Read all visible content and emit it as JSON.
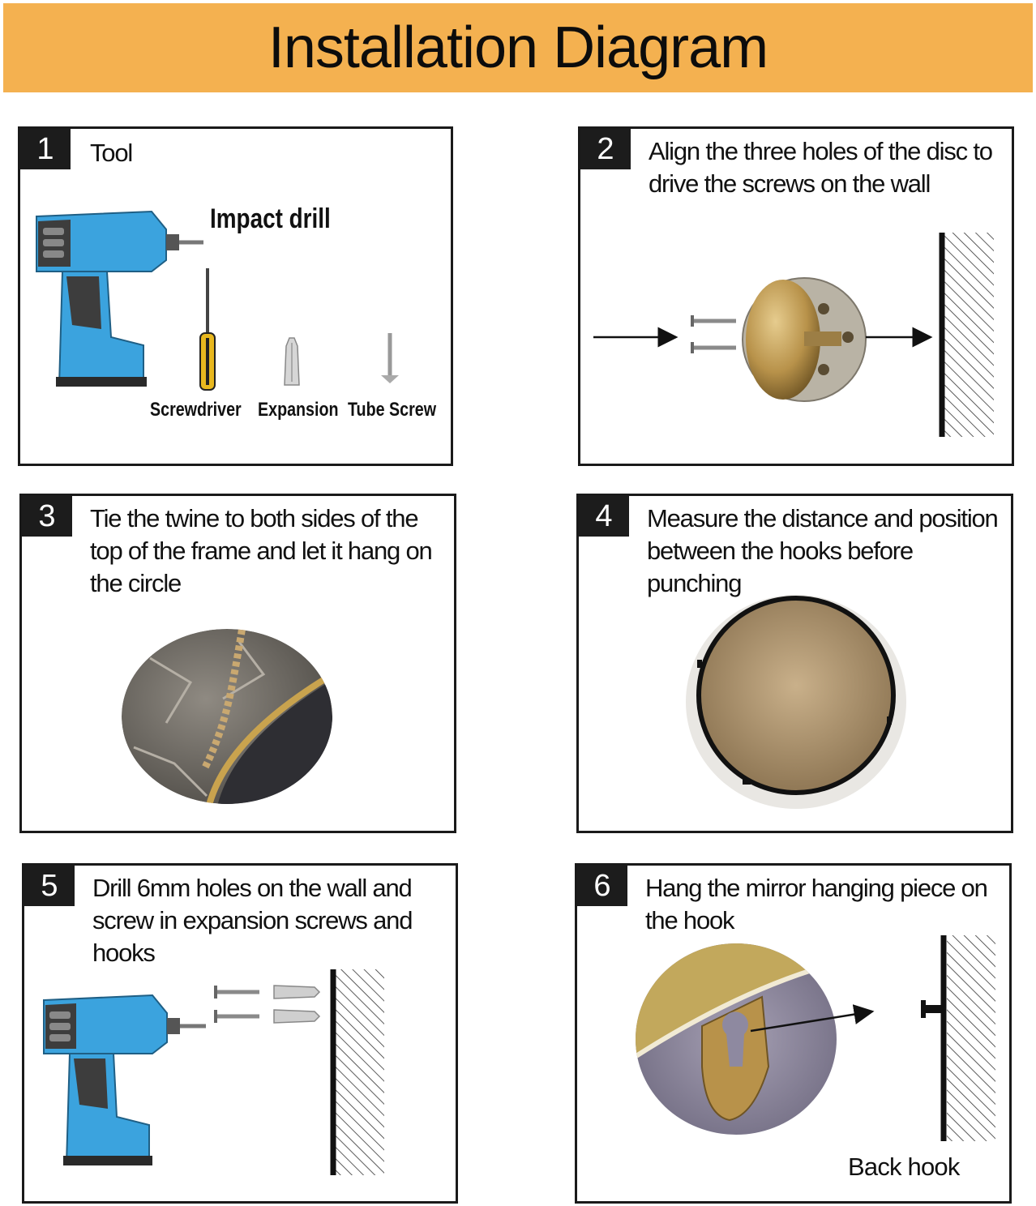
{
  "header": {
    "title": "Installation Diagram"
  },
  "steps": [
    {
      "number": "1",
      "text": "Tool",
      "labels": {
        "drill": "Impact drill",
        "screwdriver": "Screwdriver",
        "expansion": "Expansion",
        "tube_screw": "Tube Screw"
      }
    },
    {
      "number": "2",
      "text": "Align the three holes of the disc to drive the screws on the wall"
    },
    {
      "number": "3",
      "text": "Tie the twine to both sides of the top of the frame and let it hang on the circle"
    },
    {
      "number": "4",
      "text": "Measure the distance and position between the hooks before punching"
    },
    {
      "number": "5",
      "text": "Drill 6mm holes on the wall and screw in expansion screws and hooks"
    },
    {
      "number": "6",
      "text": "Hang the mirror hanging piece on the hook",
      "caption": "Back hook"
    }
  ],
  "colors": {
    "banner": "#F4B150",
    "drill_blue": "#3BA3DE",
    "drill_dark": "#3d3d3d",
    "gold": "#B8924A"
  }
}
